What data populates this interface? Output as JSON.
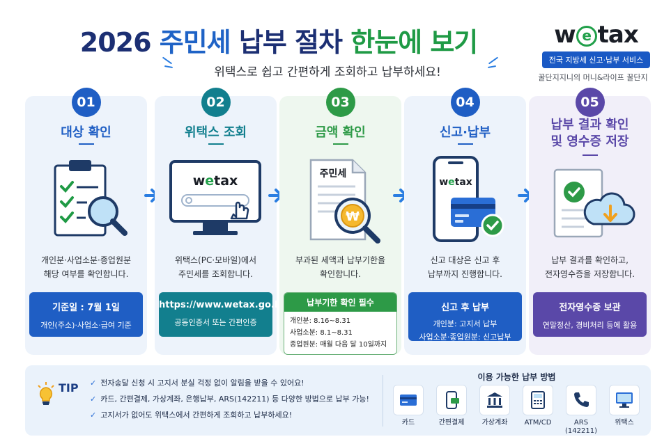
{
  "header": {
    "title_year": "2026",
    "title_a": "주민세",
    "title_b": "납부 절차",
    "title_c": "한눈에 보기",
    "subtitle": "위택스로 쉽고 간편하게 조회하고 납부하세요!"
  },
  "brand": {
    "logo_w": "w",
    "logo_e": "e",
    "logo_rest": "tax",
    "badge": "전국 지방세 신고·납부 서비스",
    "credit": "꿀단지지니의 머니&라이프 꿀단지"
  },
  "steps": [
    {
      "num": "01",
      "title": "대상 확인",
      "desc1": "개인분·사업소분·종업원분",
      "desc2": "해당 여부를 확인합니다.",
      "box_title": "기준일 : 7월 1일",
      "box_sub": "개인(주소)·사업소·급여 기준",
      "color": "#1f5ec4"
    },
    {
      "num": "02",
      "title": "위택스 조회",
      "screen_logo": "tax",
      "desc1": "위택스(PC·모바일)에서",
      "desc2": "주민세를 조회합니다.",
      "box_title": "https://www.wetax.go.kr",
      "box_sub": "공동인증서 또는 간편인증",
      "color": "#127f8e"
    },
    {
      "num": "03",
      "title": "금액 확인",
      "doc_title": "주민세",
      "desc1": "부과된 세액과 납부기한을",
      "desc2": "확인합니다.",
      "box_title": "납부기한 확인 필수",
      "lines": [
        "개인분: 8.16~8.31",
        "사업소분: 8.1~8.31",
        "종업원분: 매월 다음 달 10일까지"
      ],
      "color": "#2d9a47"
    },
    {
      "num": "04",
      "title": "신고·납부",
      "phone_logo": "tax",
      "desc1": "신고 대상은 신고 후",
      "desc2": "납부까지 진행합니다.",
      "box_title": "신고 후 납부",
      "box_sub1": "개인분: 고지서 납부",
      "box_sub2": "사업소분·종업원분: 신고납부",
      "color": "#1f5ec4"
    },
    {
      "num": "05",
      "title1": "납부 결과 확인",
      "title2": "및 영수증 저장",
      "desc1": "납부 결과를 확인하고,",
      "desc2": "전자영수증을 저장합니다.",
      "box_title": "전자영수증 보관",
      "box_sub": "연말정산, 경비처리 등에 활용",
      "color": "#5a48a8"
    }
  ],
  "tip": {
    "label": "TIP",
    "items": [
      "전자송달 신청 시 고지서 분실 걱정 없이 알림을 받을 수 있어요!",
      "카드, 간편결제, 가상계좌, 은행납부, ARS(142211) 등 다양한 방법으로 납부 가능!",
      "고지서가 없어도 위택스에서 간편하게 조회하고 납부하세요!"
    ],
    "check": "✓"
  },
  "payment": {
    "title": "이용 가능한 납부 방법",
    "methods": [
      {
        "label": "카드",
        "icon": "card-icon"
      },
      {
        "label": "간편결제",
        "icon": "mobile-pay-icon"
      },
      {
        "label": "가상계좌",
        "icon": "bank-icon"
      },
      {
        "label": "ATM/CD",
        "icon": "atm-icon"
      },
      {
        "label": "ARS",
        "label2": "(142211)",
        "icon": "phone-icon"
      },
      {
        "label": "위택스",
        "icon": "monitor-icon"
      }
    ]
  },
  "colors": {
    "navy": "#1c2f73",
    "blue": "#1f63c6",
    "green": "#1f9a45",
    "teal": "#127f8e",
    "purple": "#5a48a8"
  }
}
